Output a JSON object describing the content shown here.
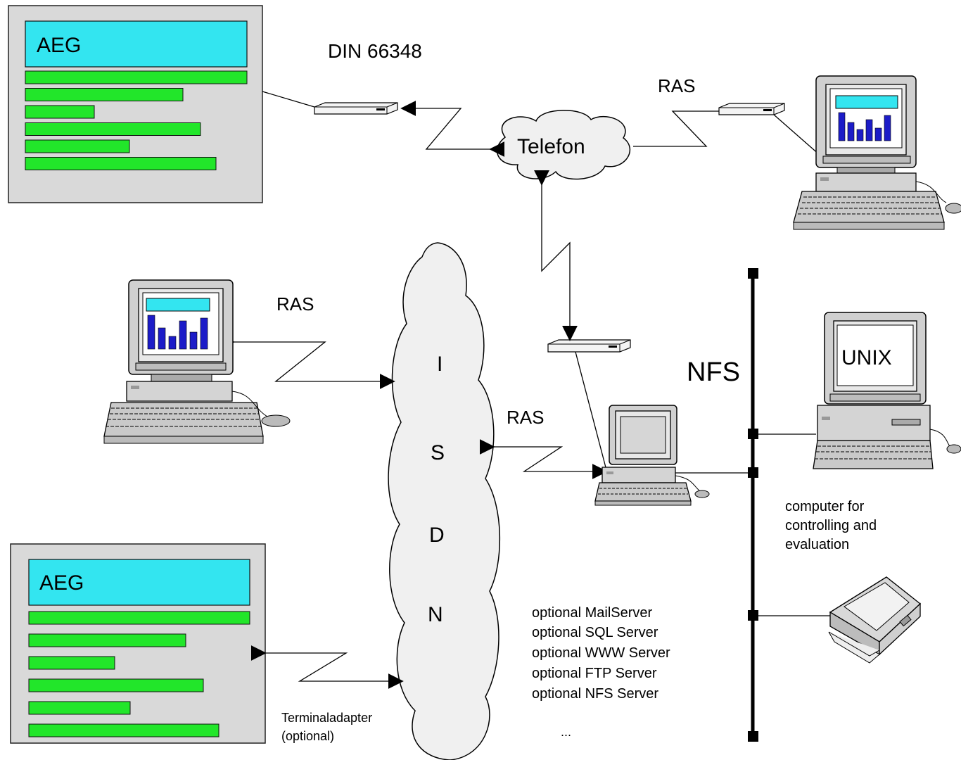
{
  "panels": {
    "top": {
      "title": "AEG",
      "bar_levels": [
        1.0,
        0.71,
        0.31,
        0.79,
        0.47,
        0.86
      ]
    },
    "bottom": {
      "title": "AEG",
      "bar_levels": [
        1.0,
        0.71,
        0.39,
        0.79,
        0.46,
        0.86
      ]
    }
  },
  "labels": {
    "din": "DIN 66348",
    "ras_top": "RAS",
    "ras_left": "RAS",
    "ras_mid": "RAS",
    "telefon": "Telefon",
    "nfs": "NFS",
    "unix": "UNIX",
    "isdn": [
      "I",
      "S",
      "D",
      "N"
    ],
    "computer_desc": [
      "computer for",
      "controlling and",
      "evaluation"
    ],
    "servers": [
      "optional MailServer",
      "optional SQL Server",
      "optional WWW Server",
      "optional FTP Server",
      "optional NFS Server"
    ],
    "ellipsis": "...",
    "terminal": [
      "Terminaladapter",
      "(optional)"
    ]
  },
  "colors": {
    "panel_header": "#33e5f0",
    "bar": "#22e62a",
    "chart_bars": "#1c1cc8",
    "cloud": "#f0f0f0",
    "panel_bg": "#d9d9d9"
  }
}
